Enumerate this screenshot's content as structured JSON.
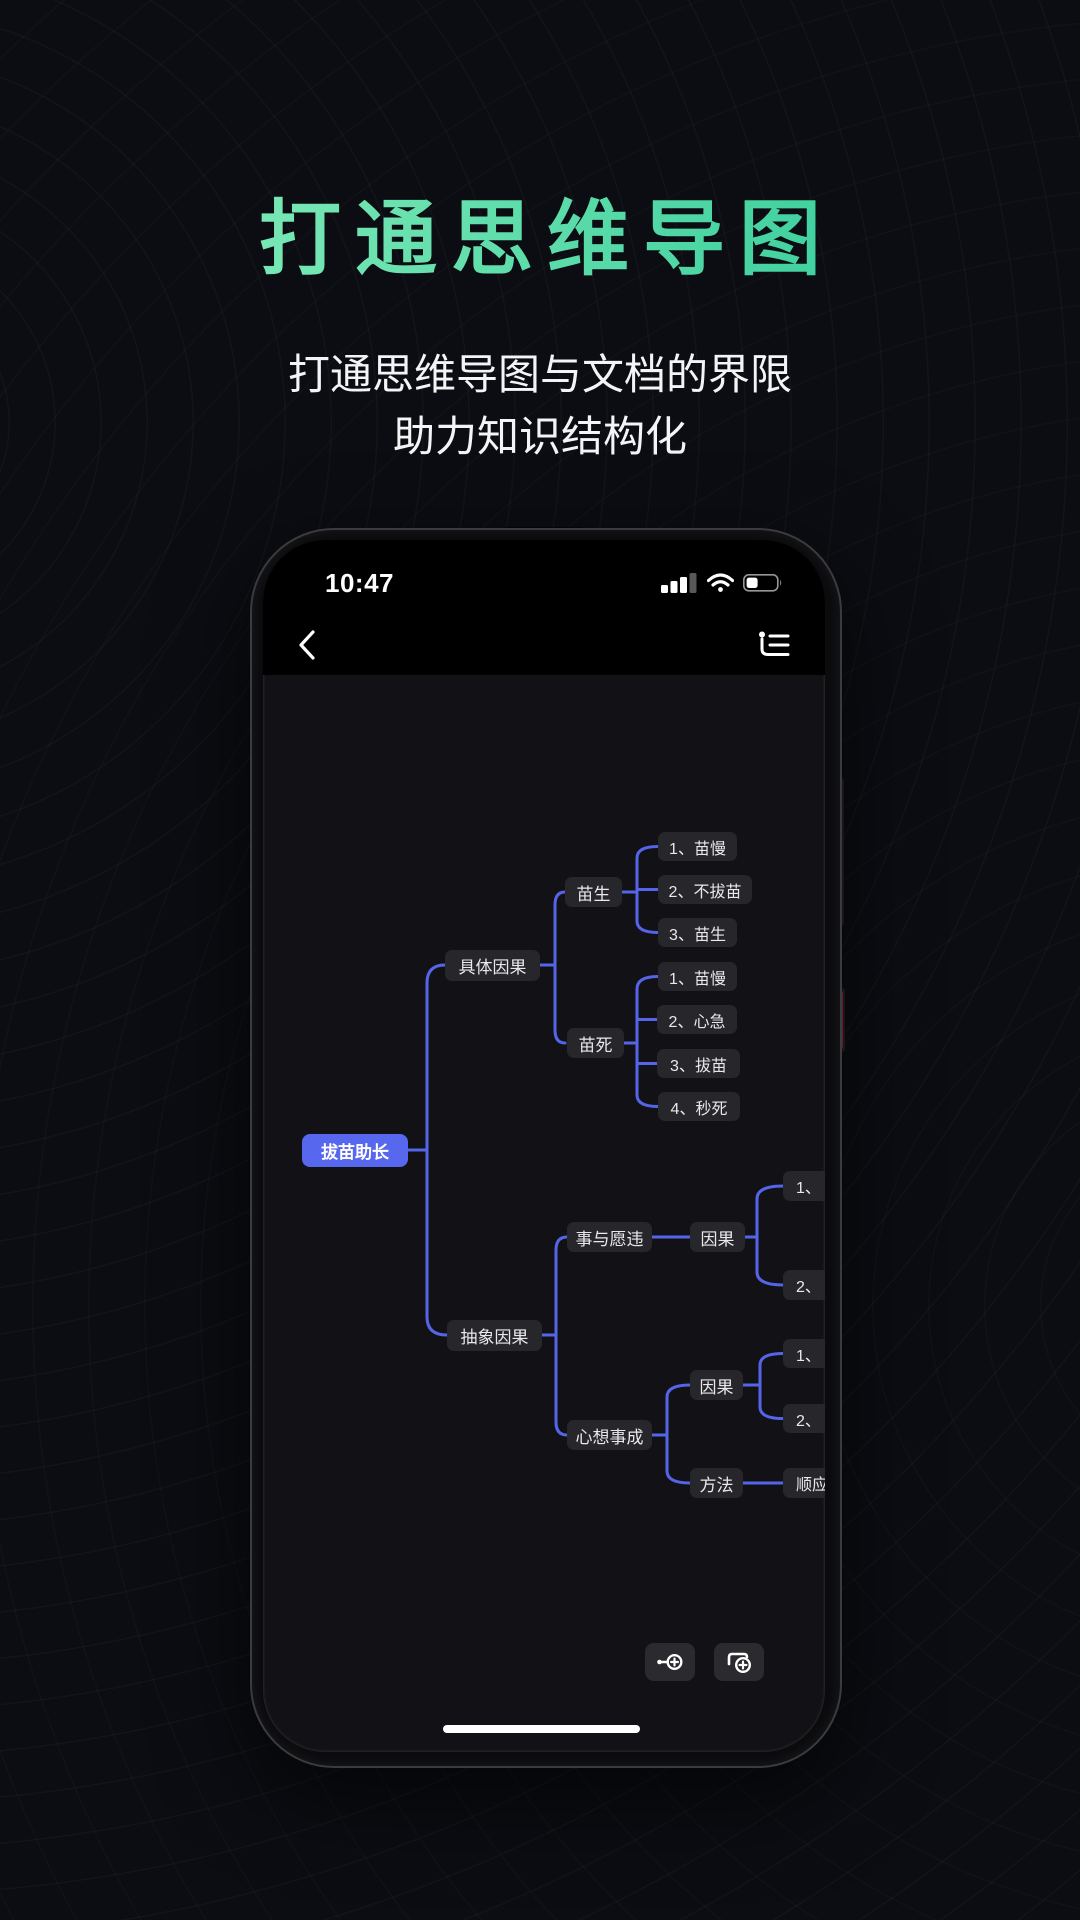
{
  "hero": {
    "title": "打通思维导图",
    "subtitle_line1": "打通思维导图与文档的界限",
    "subtitle_line2": "助力知识结构化",
    "title_color_from": "#8BEFBC",
    "title_color_to": "#2EC998"
  },
  "phone": {
    "status_bar": {
      "time": "10:47",
      "signal_icon": "cellular-signal-3of4",
      "wifi_icon": "wifi-full",
      "battery_icon": "battery-low",
      "battery_fill_percent": 35
    },
    "nav_bar": {
      "back_icon": "chevron-left",
      "outline_icon": "mindmap-outline-toggle"
    },
    "mindmap": {
      "connector_color": "#5565EA",
      "root_color": "#5868EE",
      "node_color": "#26262B",
      "nodes": [
        {
          "label": "拔苗助长",
          "role": "root"
        },
        {
          "label": "具体因果"
        },
        {
          "label": "抽象因果"
        },
        {
          "label": "苗生"
        },
        {
          "label": "苗死"
        },
        {
          "label": "1、苗慢"
        },
        {
          "label": "2、不拔苗"
        },
        {
          "label": "3、苗生"
        },
        {
          "label": "1、苗慢"
        },
        {
          "label": "2、心急"
        },
        {
          "label": "3、拔苗"
        },
        {
          "label": "4、秒死"
        },
        {
          "label": "事与愿违"
        },
        {
          "label": "因果"
        },
        {
          "label": "1、"
        },
        {
          "label": "2、"
        },
        {
          "label": "心想事成"
        },
        {
          "label": "因果"
        },
        {
          "label": "1、"
        },
        {
          "label": "2、"
        },
        {
          "label": "方法"
        },
        {
          "label": "顺应"
        }
      ]
    },
    "toolbar": {
      "add_node_icon": "add-node",
      "add_child_icon": "add-child-node"
    }
  }
}
